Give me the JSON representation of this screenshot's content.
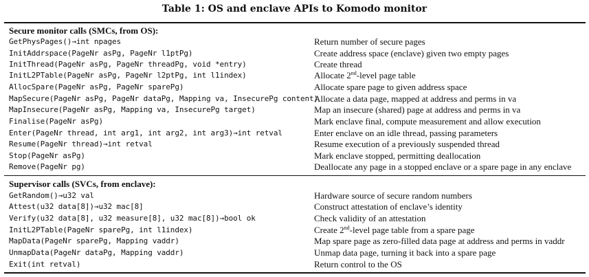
{
  "table": {
    "caption": "Table 1: OS and enclave APIs to Komodo monitor"
  },
  "sections": [
    {
      "header": "Secure monitor calls (SMCs, from OS):",
      "rows": [
        {
          "api": "GetPhysPages()→int npages",
          "desc": "Return number of secure pages"
        },
        {
          "api": "InitAddrspace(PageNr asPg, PageNr l1ptPg)",
          "desc": "Create address space (enclave) given two empty pages"
        },
        {
          "api": "InitThread(PageNr asPg, PageNr threadPg, void *entry)",
          "desc": "Create thread"
        },
        {
          "api": "InitL2PTable(PageNr asPg, PageNr l2ptPg, int l1index)",
          "desc_pre": "Allocate 2",
          "desc_sup": "nd",
          "desc_post": "-level page table"
        },
        {
          "api": "AllocSpare(PageNr asPg, PageNr sparePg)",
          "desc": "Allocate spare page to given address space"
        },
        {
          "api": "MapSecure(PageNr asPg, PageNr dataPg, Mapping va, InsecurePg content)",
          "desc": "Allocate a data page, mapped at address and perms in va"
        },
        {
          "api": "MapInsecure(PageNr asPg, Mapping va, InsecurePg target)",
          "desc": "Map an insecure (shared) page at address and perms in va"
        },
        {
          "api": "Finalise(PageNr asPg)",
          "desc": "Mark enclave final, compute measurement and allow execution"
        },
        {
          "api": "Enter(PageNr thread, int arg1, int arg2, int arg3)→int retval",
          "desc": "Enter enclave on an idle thread, passing parameters"
        },
        {
          "api": "Resume(PageNr thread)→int retval",
          "desc": "Resume execution of a previously suspended thread"
        },
        {
          "api": "Stop(PageNr asPg)",
          "desc": "Mark enclave stopped, permitting deallocation"
        },
        {
          "api": "Remove(PageNr pg)",
          "desc": "Deallocate any page in a stopped enclave or a spare page in any enclave"
        }
      ]
    },
    {
      "header": "Supervisor calls (SVCs, from enclave):",
      "rows": [
        {
          "api": "GetRandom()→u32 val",
          "desc": "Hardware source of secure random numbers"
        },
        {
          "api": "Attest(u32 data[8])→u32 mac[8]",
          "desc": "Construct attestation of enclave’s identity"
        },
        {
          "api": "Verify(u32 data[8], u32 measure[8], u32 mac[8])→bool ok",
          "desc": "Check validity of an attestation"
        },
        {
          "api": "InitL2PTable(PageNr sparePg, int l1index)",
          "desc_pre": "Create 2",
          "desc_sup": "nd",
          "desc_post": "-level page table from a spare page"
        },
        {
          "api": "MapData(PageNr sparePg, Mapping vaddr)",
          "desc": "Map spare page as zero-filled data page at address and perms in vaddr"
        },
        {
          "api": "UnmapData(PageNr dataPg, Mapping vaddr)",
          "desc": "Unmap data page, turning it back into a spare page"
        },
        {
          "api": "Exit(int retval)",
          "desc": "Return control to the OS"
        }
      ]
    }
  ]
}
